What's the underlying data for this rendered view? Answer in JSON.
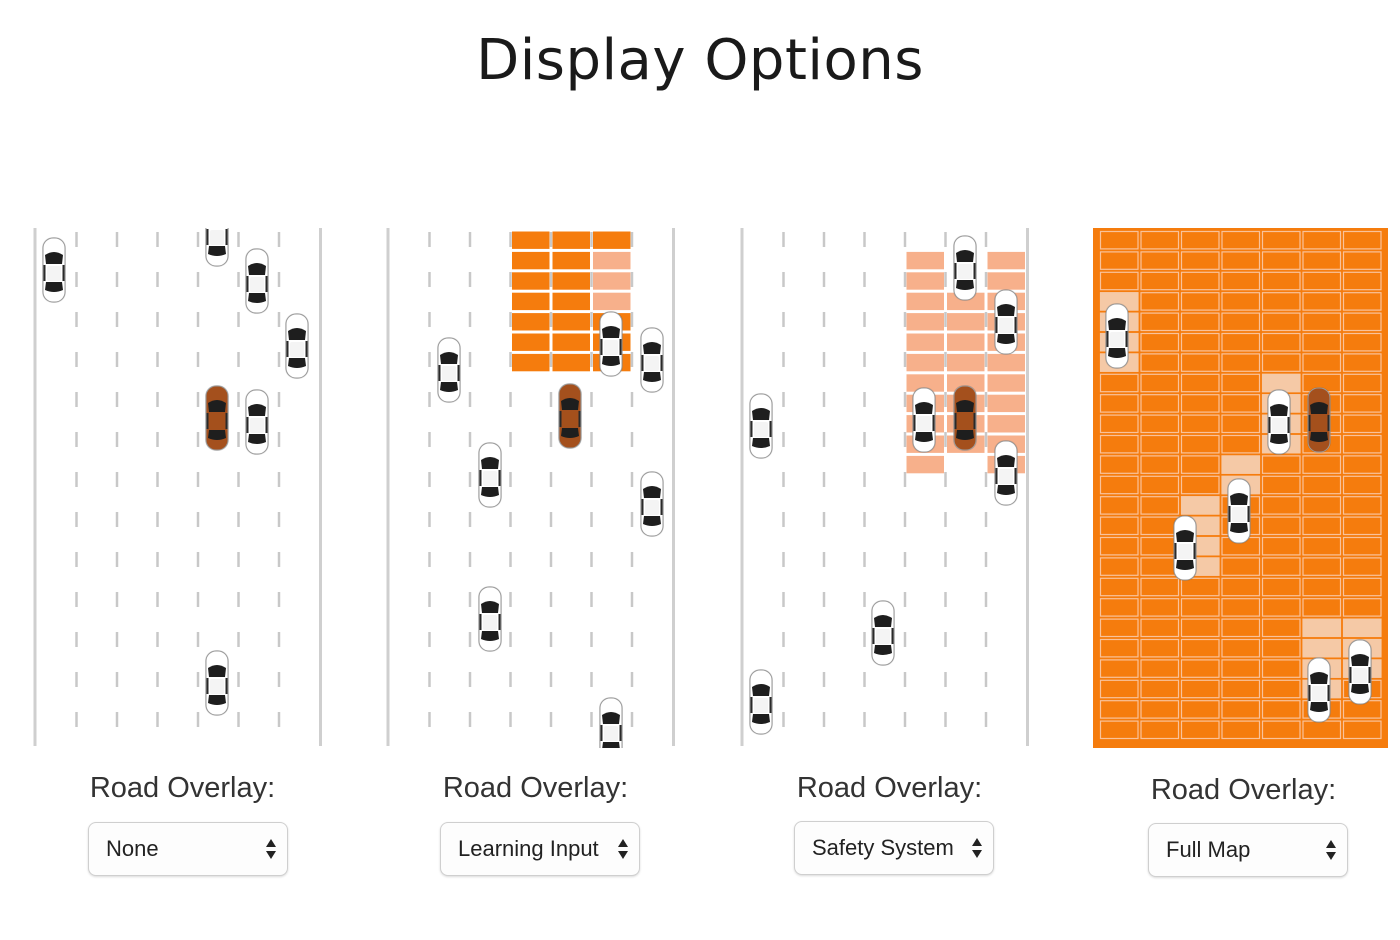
{
  "page": {
    "title": "Display Options"
  },
  "colors": {
    "overlay_strong": "#f57c0d",
    "overlay_light": "#f7b08b",
    "ego_car": "#a4501d",
    "road_edge": "#cfcfcf",
    "lane_dash": "#c8c8c8"
  },
  "panels": [
    {
      "label": "Road Overlay:",
      "selected": "None"
    },
    {
      "label": "Road Overlay:",
      "selected": "Learning Input"
    },
    {
      "label": "Road Overlay:",
      "selected": "Safety System"
    },
    {
      "label": "Road Overlay:",
      "selected": "Full Map"
    }
  ]
}
